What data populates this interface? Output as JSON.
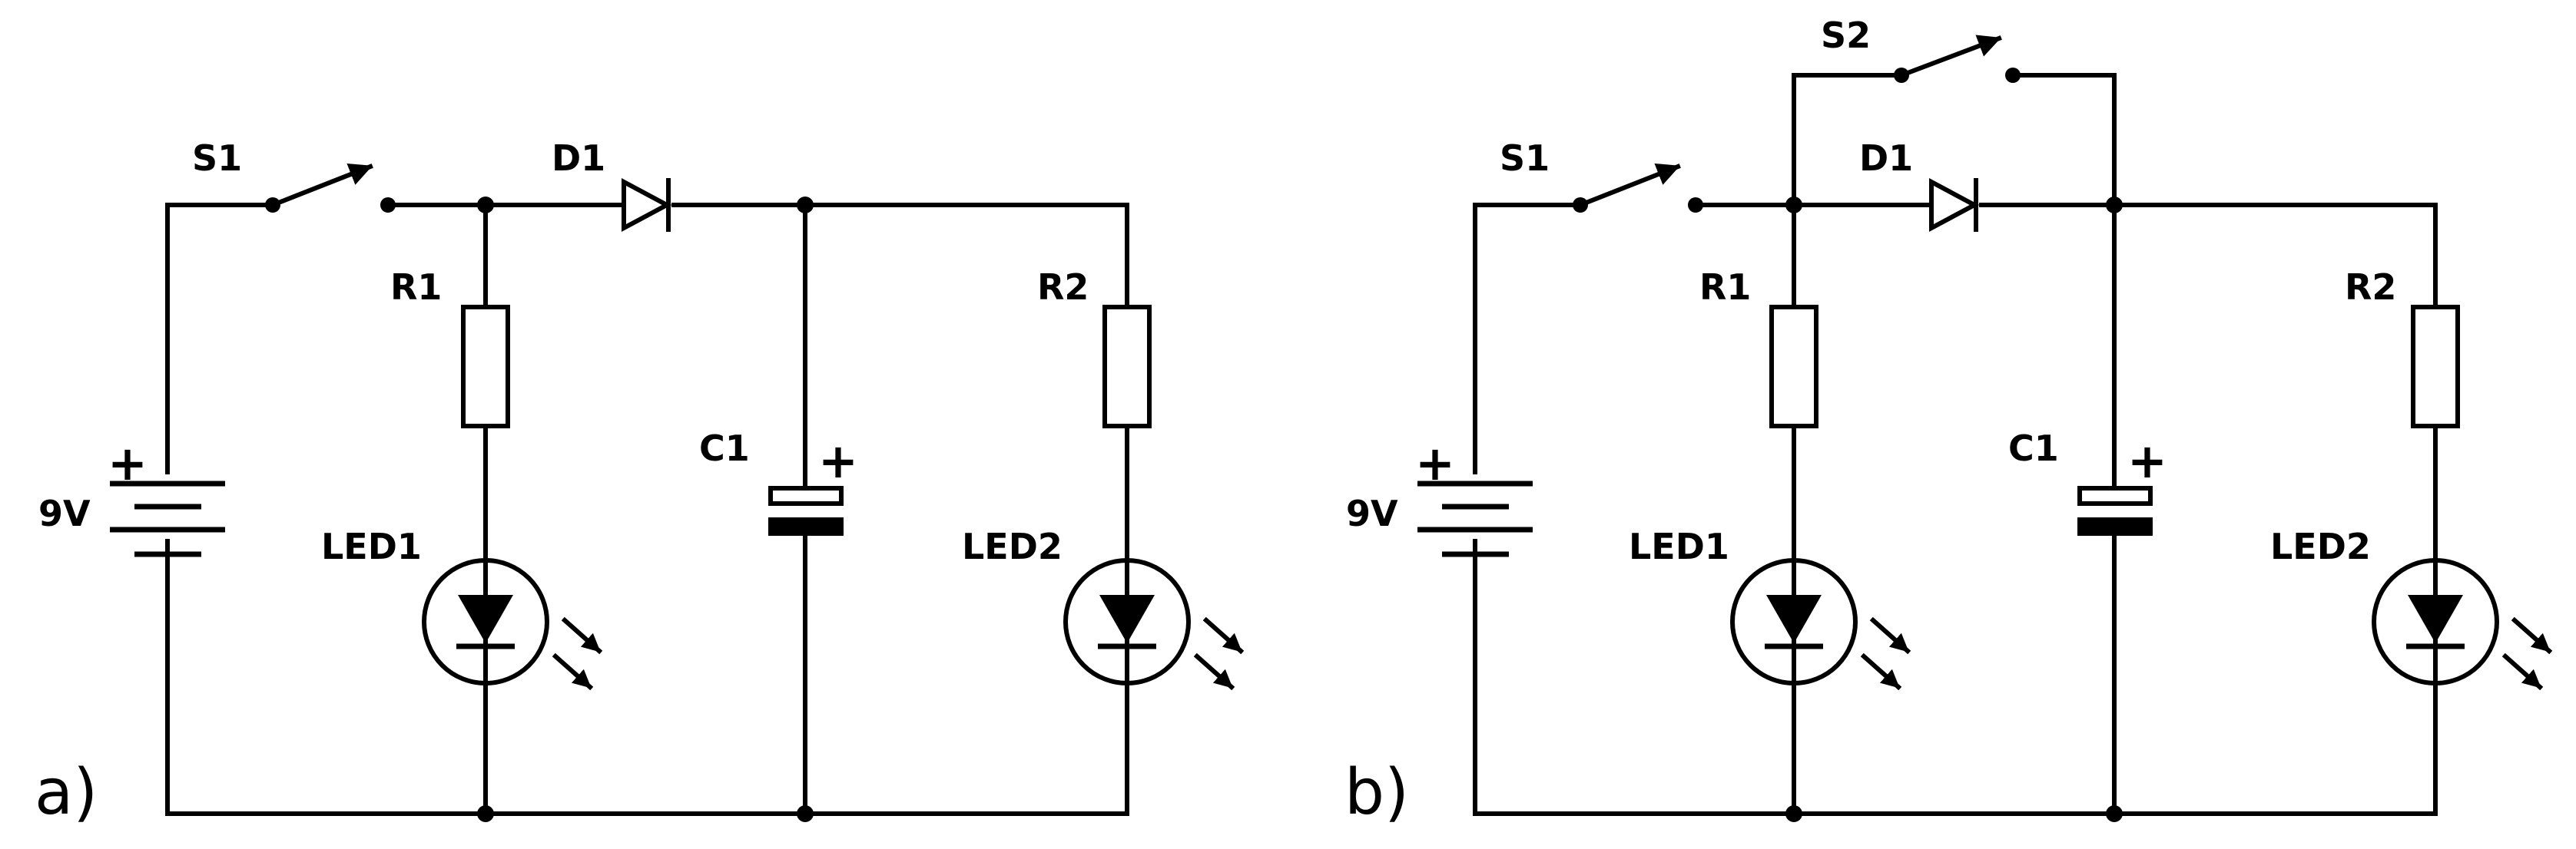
{
  "panels": [
    {
      "tag": "a)",
      "labels": {
        "switch1": "S1",
        "diode": "D1",
        "resistor1": "R1",
        "resistor2": "R2",
        "capacitor": "C1",
        "battery": "9V",
        "led1": "LED1",
        "led2": "LED2",
        "battery_plus": "+",
        "capacitor_plus": "+"
      }
    },
    {
      "tag": "b)",
      "labels": {
        "switch1": "S1",
        "switch2": "S2",
        "diode": "D1",
        "resistor1": "R1",
        "resistor2": "R2",
        "capacitor": "C1",
        "battery": "9V",
        "led1": "LED1",
        "led2": "LED2",
        "battery_plus": "+",
        "capacitor_plus": "+"
      }
    }
  ]
}
